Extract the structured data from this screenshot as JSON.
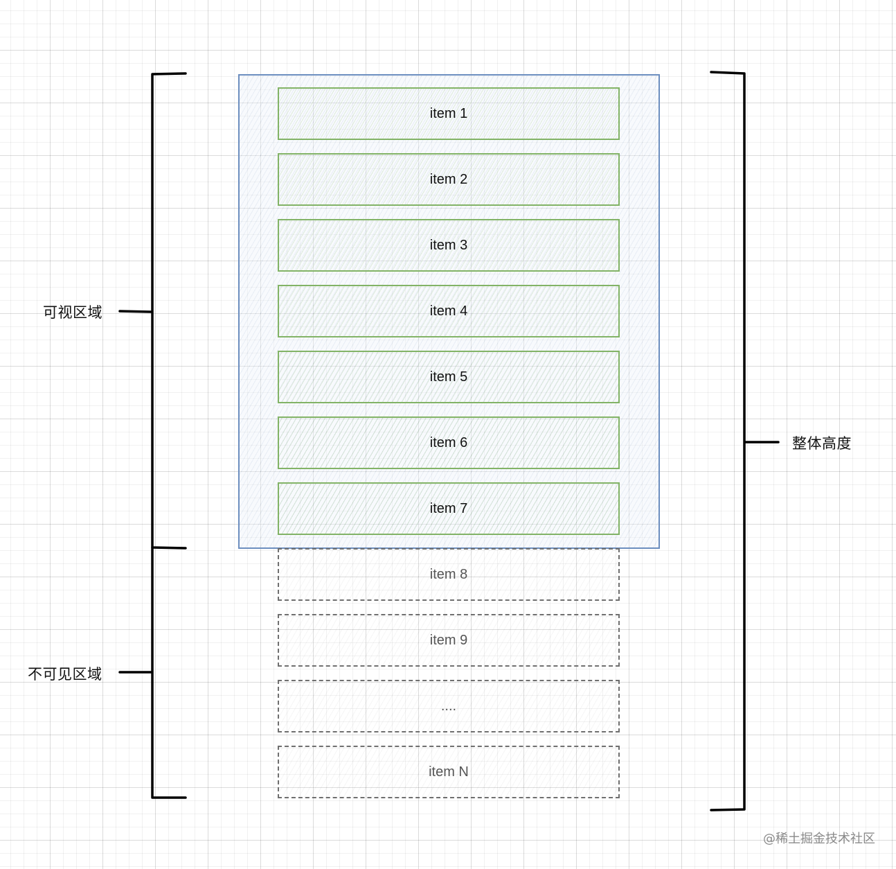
{
  "labels": {
    "visible_area": "可视区域",
    "invisible_area": "不可见区域",
    "total_height": "整体高度"
  },
  "visible_items": [
    "item 1",
    "item 2",
    "item 3",
    "item 4",
    "item 5",
    "item 6",
    "item 7"
  ],
  "hidden_items": [
    "item 8",
    "item 9",
    "....",
    "item N"
  ],
  "watermark": "@稀土掘金技术社区",
  "colors": {
    "visible_item_border": "#82b366",
    "viewport_border": "#6c8ebf",
    "hidden_item_border": "#6f6f6f",
    "bracket": "#000000"
  }
}
